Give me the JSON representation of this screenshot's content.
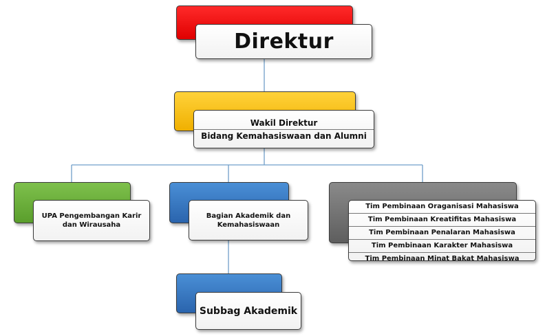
{
  "nodes": {
    "direktur": {
      "title": "Direktur"
    },
    "wakil": {
      "line1": "Wakil Direktur",
      "line2": "Bidang Kemahasiswaan dan Alumni"
    },
    "upa": {
      "label": "UPA Pengembangan Karir dan Wirausaha"
    },
    "bagian": {
      "label": "Bagian Akademik dan Kemahasiswaan"
    },
    "subbag": {
      "label": "Subbag Akademik"
    },
    "tim": {
      "items": [
        "Tim Pembinaan Oraganisasi Mahasiswa",
        "Tim Pembinaan Kreatifitas  Mahasiswa",
        "Tim Pembinaan Penalaran Mahasiswa",
        "Tim Pembinaan Karakter Mahasiswa",
        "Tim Pembinaan Minat Bakat Mahasiswa"
      ]
    }
  },
  "colors": {
    "direktur": "#ff0000",
    "wakil": "#ffc000",
    "upa": "#70ad47",
    "bagian": "#2e75b6",
    "subbag": "#2e75b6",
    "tim": "#7f7f7f",
    "connector": "#5b9bd5"
  }
}
